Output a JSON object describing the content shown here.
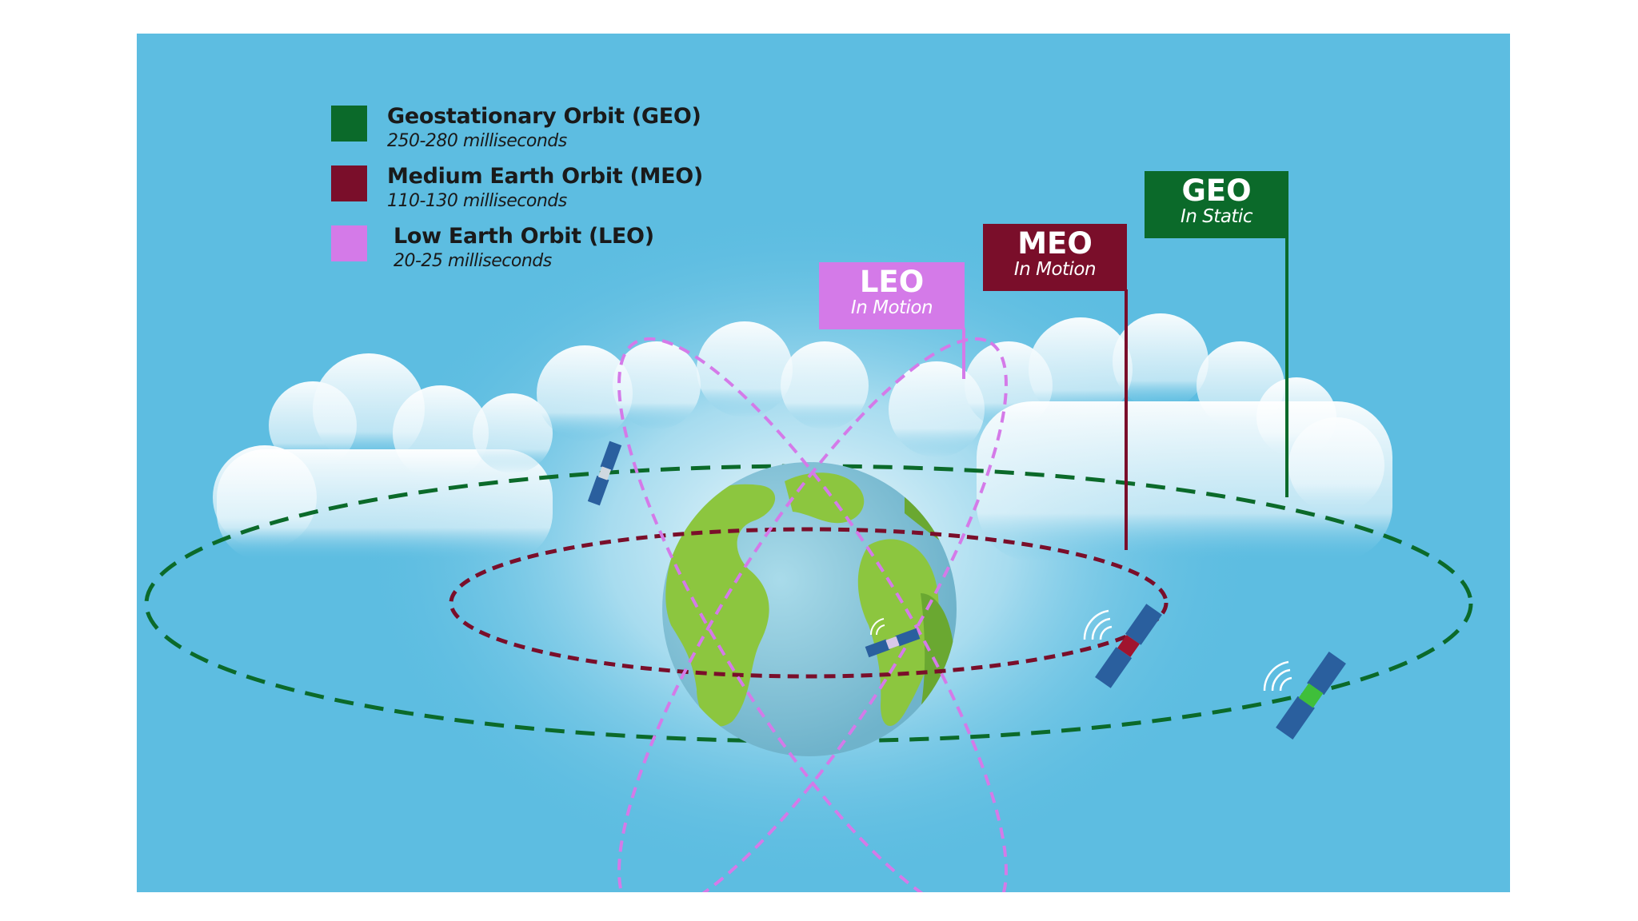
{
  "colors": {
    "background": "#5dbde1",
    "geo": "#0b6a2a",
    "meo": "#7a0e2a",
    "leo": "#d47ae8",
    "earth_ocean": "#86c7dc",
    "earth_land": "#8cc63f"
  },
  "legend": {
    "items": [
      {
        "title": "Geostationary Orbit (GEO)",
        "subtitle": "250-280 milliseconds"
      },
      {
        "title": "Medium Earth Orbit (MEO)",
        "subtitle": "110-130 milliseconds"
      },
      {
        "title": "Low Earth Orbit (LEO)",
        "subtitle": "20-25 milliseconds"
      }
    ]
  },
  "flags": {
    "leo": {
      "name": "LEO",
      "state": "In Motion"
    },
    "meo": {
      "name": "MEO",
      "state": "In Motion"
    },
    "geo": {
      "name": "GEO",
      "state": "In Static"
    }
  },
  "icons": [
    "earth-icon",
    "satellite-icon",
    "cloud-icon",
    "signal-icon"
  ]
}
